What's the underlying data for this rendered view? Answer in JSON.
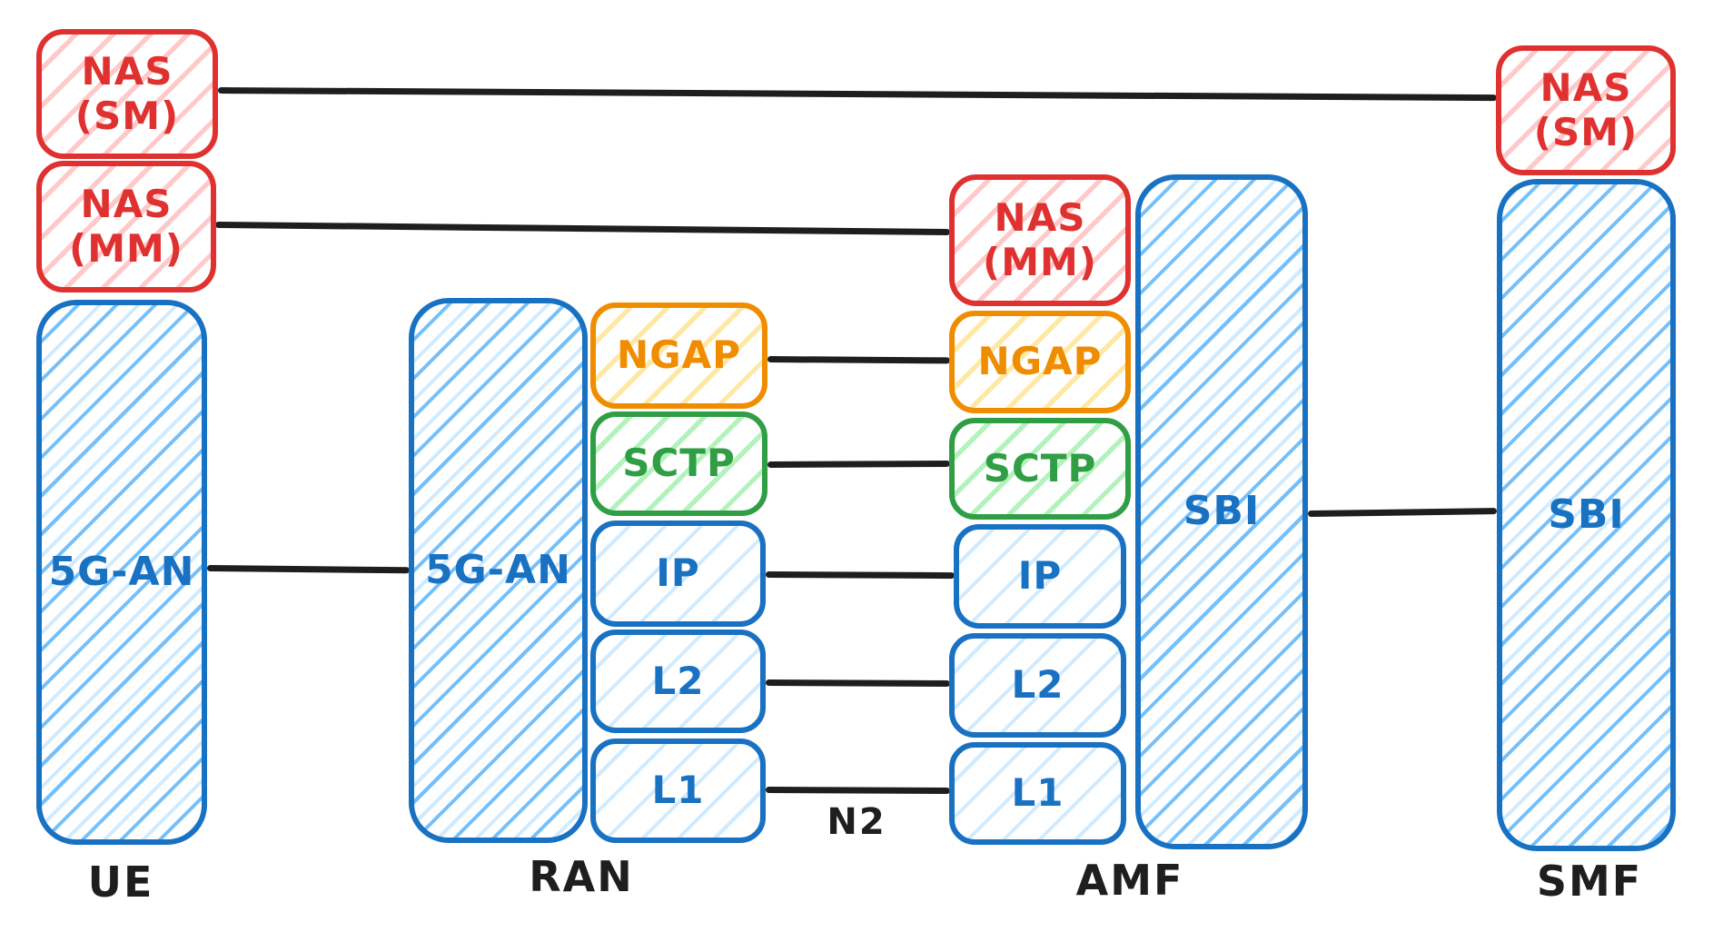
{
  "colors": {
    "red": "#e03131",
    "redFill": "#ffc9c9",
    "blue": "#1971c2",
    "blueFill": "#74c0fc",
    "blueFillLight": "#d0ebff",
    "orange": "#f08c00",
    "orangeFill": "#ffe8a3",
    "green": "#2f9e44",
    "greenFill": "#b2f2bb",
    "ink": "#1e1e1e"
  },
  "boxes": {
    "ue_nas_sm": {
      "label": "NAS (SM)"
    },
    "ue_nas_mm": {
      "label": "NAS (MM)"
    },
    "ue_5gan": {
      "label": "5G-AN"
    },
    "ran_5gan": {
      "label": "5G-AN"
    },
    "ran_ngap": {
      "label": "NGAP"
    },
    "ran_sctp": {
      "label": "SCTP"
    },
    "ran_ip": {
      "label": "IP"
    },
    "ran_l2": {
      "label": "L2"
    },
    "ran_l1": {
      "label": "L1"
    },
    "amf_nas_mm": {
      "label": "NAS (MM)"
    },
    "amf_ngap": {
      "label": "NGAP"
    },
    "amf_sctp": {
      "label": "SCTP"
    },
    "amf_ip": {
      "label": "IP"
    },
    "amf_l2": {
      "label": "L2"
    },
    "amf_l1": {
      "label": "L1"
    },
    "amf_sbi": {
      "label": "SBI"
    },
    "smf_nas_sm": {
      "label": "NAS (SM)"
    },
    "smf_sbi": {
      "label": "SBI"
    }
  },
  "entity_labels": {
    "ue": "UE",
    "ran": "RAN",
    "amf": "AMF",
    "smf": "SMF"
  },
  "interface_labels": {
    "n2": "N2"
  }
}
